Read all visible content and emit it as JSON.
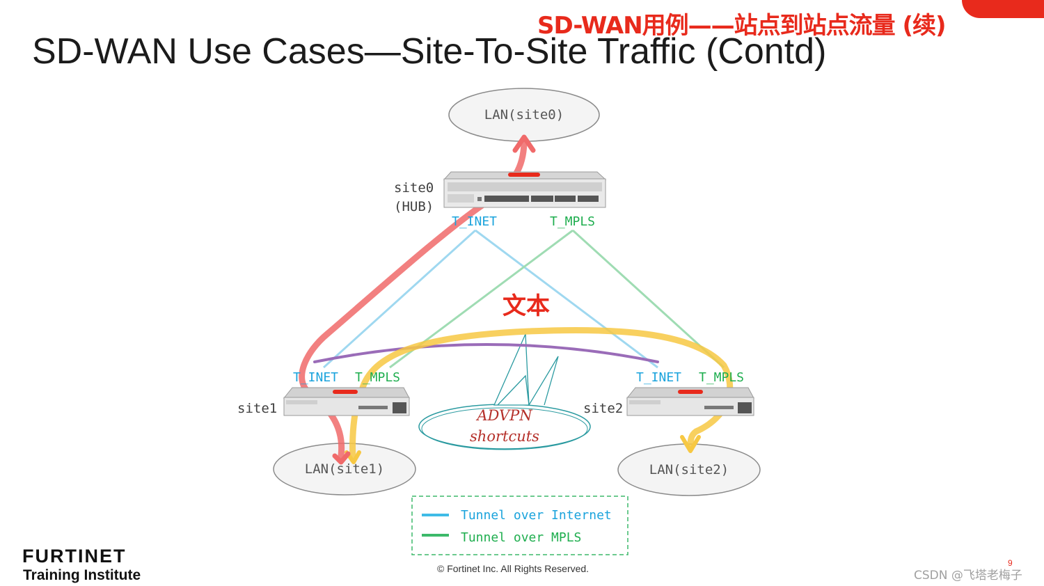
{
  "slide": {
    "title": "SD-WAN Use Cases—Site-To-Site Traffic (Contd)",
    "cn_title": "SD-WAN用例——站点到站点流量 (续)",
    "note_cn": "文本",
    "footer_copyright": "© Fortinet Inc. All Rights Reserved.",
    "page_number": "9",
    "watermark": "CSDN @飞塔老梅子"
  },
  "brand": {
    "name": "FURTINET",
    "subtitle": "Training Institute",
    "color": "#e82a1c"
  },
  "diagram": {
    "hub": {
      "name_line1": "site0",
      "name_line2": "(HUB)",
      "tunnel_inet": "T_INET",
      "tunnel_mpls": "T_MPLS"
    },
    "site1": {
      "name": "site1",
      "tunnel_inet": "T_INET",
      "tunnel_mpls": "T_MPLS"
    },
    "site2": {
      "name": "site2",
      "tunnel_inet": "T_INET",
      "tunnel_mpls": "T_MPLS"
    },
    "lans": {
      "site0": "LAN(site0)",
      "site1": "LAN(site1)",
      "site2": "LAN(site2)"
    },
    "callout": {
      "line1": "ADVPN",
      "line2": "shortcuts"
    },
    "legend": [
      {
        "label": "Tunnel over Internet",
        "color": "#3fbbe6"
      },
      {
        "label": "Tunnel over MPLS",
        "color": "#3cb96a"
      }
    ],
    "colors": {
      "inet_line": "#8fd3ef",
      "mpls_line": "#8fd6a7",
      "red_flow": "#f06a6a",
      "yellow_flow": "#f7c843",
      "purple_shortcut": "#9a6cb8",
      "corner_accent": "#e82a1c"
    }
  }
}
